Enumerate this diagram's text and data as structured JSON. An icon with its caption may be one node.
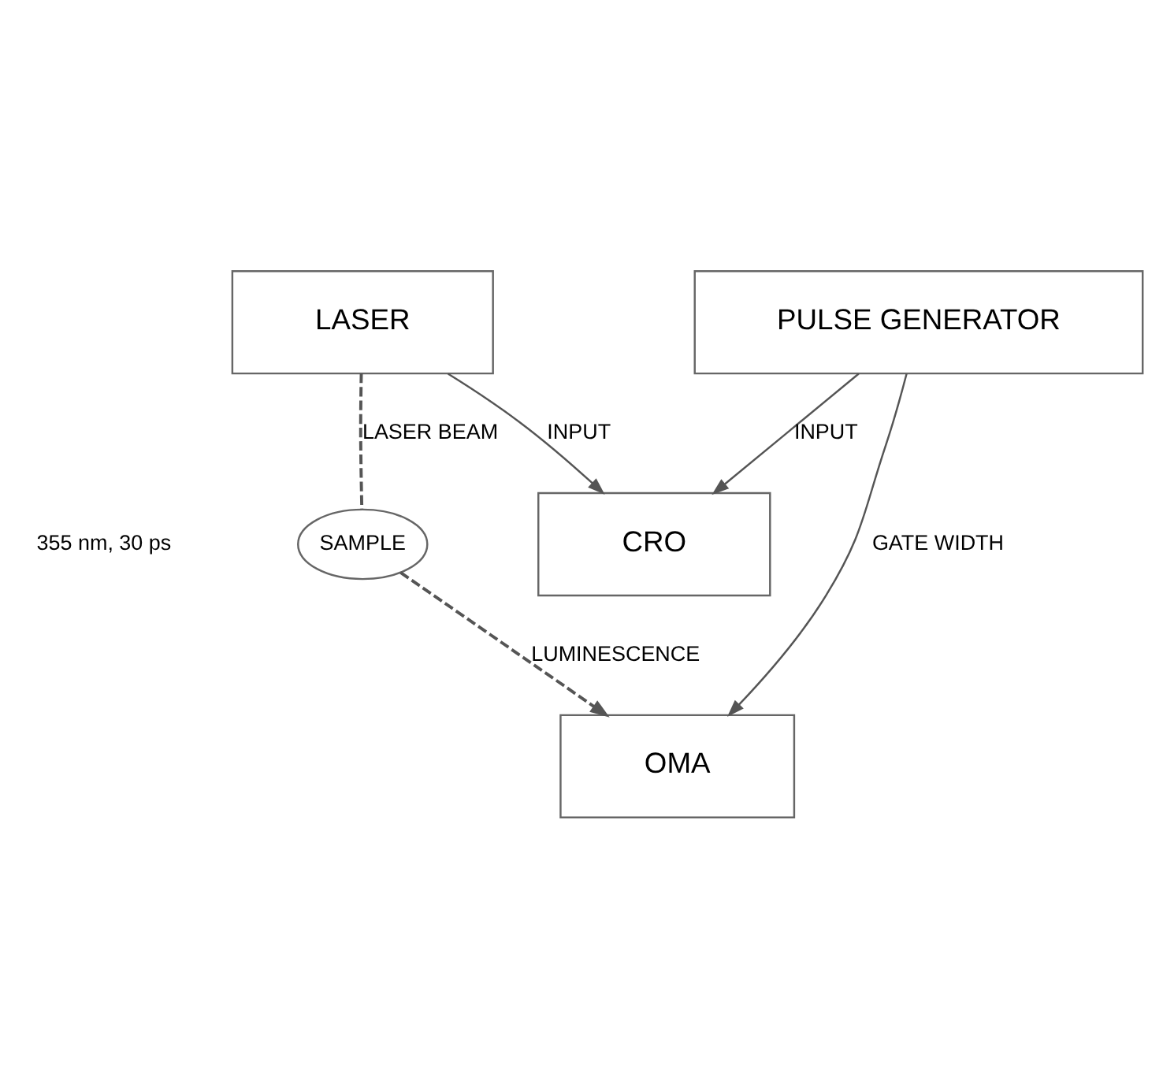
{
  "diagram": {
    "nodes": [
      {
        "text": [
          "LASER"
        ]
      },
      {
        "text": [
          "CRO"
        ]
      },
      {
        "text": [
          "SAMPLE"
        ]
      },
      {
        "text": [
          "OMA"
        ]
      },
      {
        "text": [
          "PULSE GENERATOR"
        ]
      }
    ],
    "edges": [
      {
        "from": 0,
        "to": 1,
        "arrow": "to",
        "label": "INPUT"
      },
      {
        "from": 0,
        "to": 2,
        "arrow": "none",
        "label": "LASER BEAM",
        "style": "dashed"
      },
      {
        "from": 2,
        "to": 3,
        "arrow": "to",
        "label": "LUMINESCENCE",
        "style": "dashed"
      },
      {
        "from": 4,
        "to": 1,
        "arrow": "to",
        "label": "INPUT"
      },
      {
        "from": 4,
        "to": 3,
        "arrow": "to",
        "label": "GATE WIDTH"
      }
    ],
    "labels": [
      "355 nm, 30 ps"
    ]
  }
}
